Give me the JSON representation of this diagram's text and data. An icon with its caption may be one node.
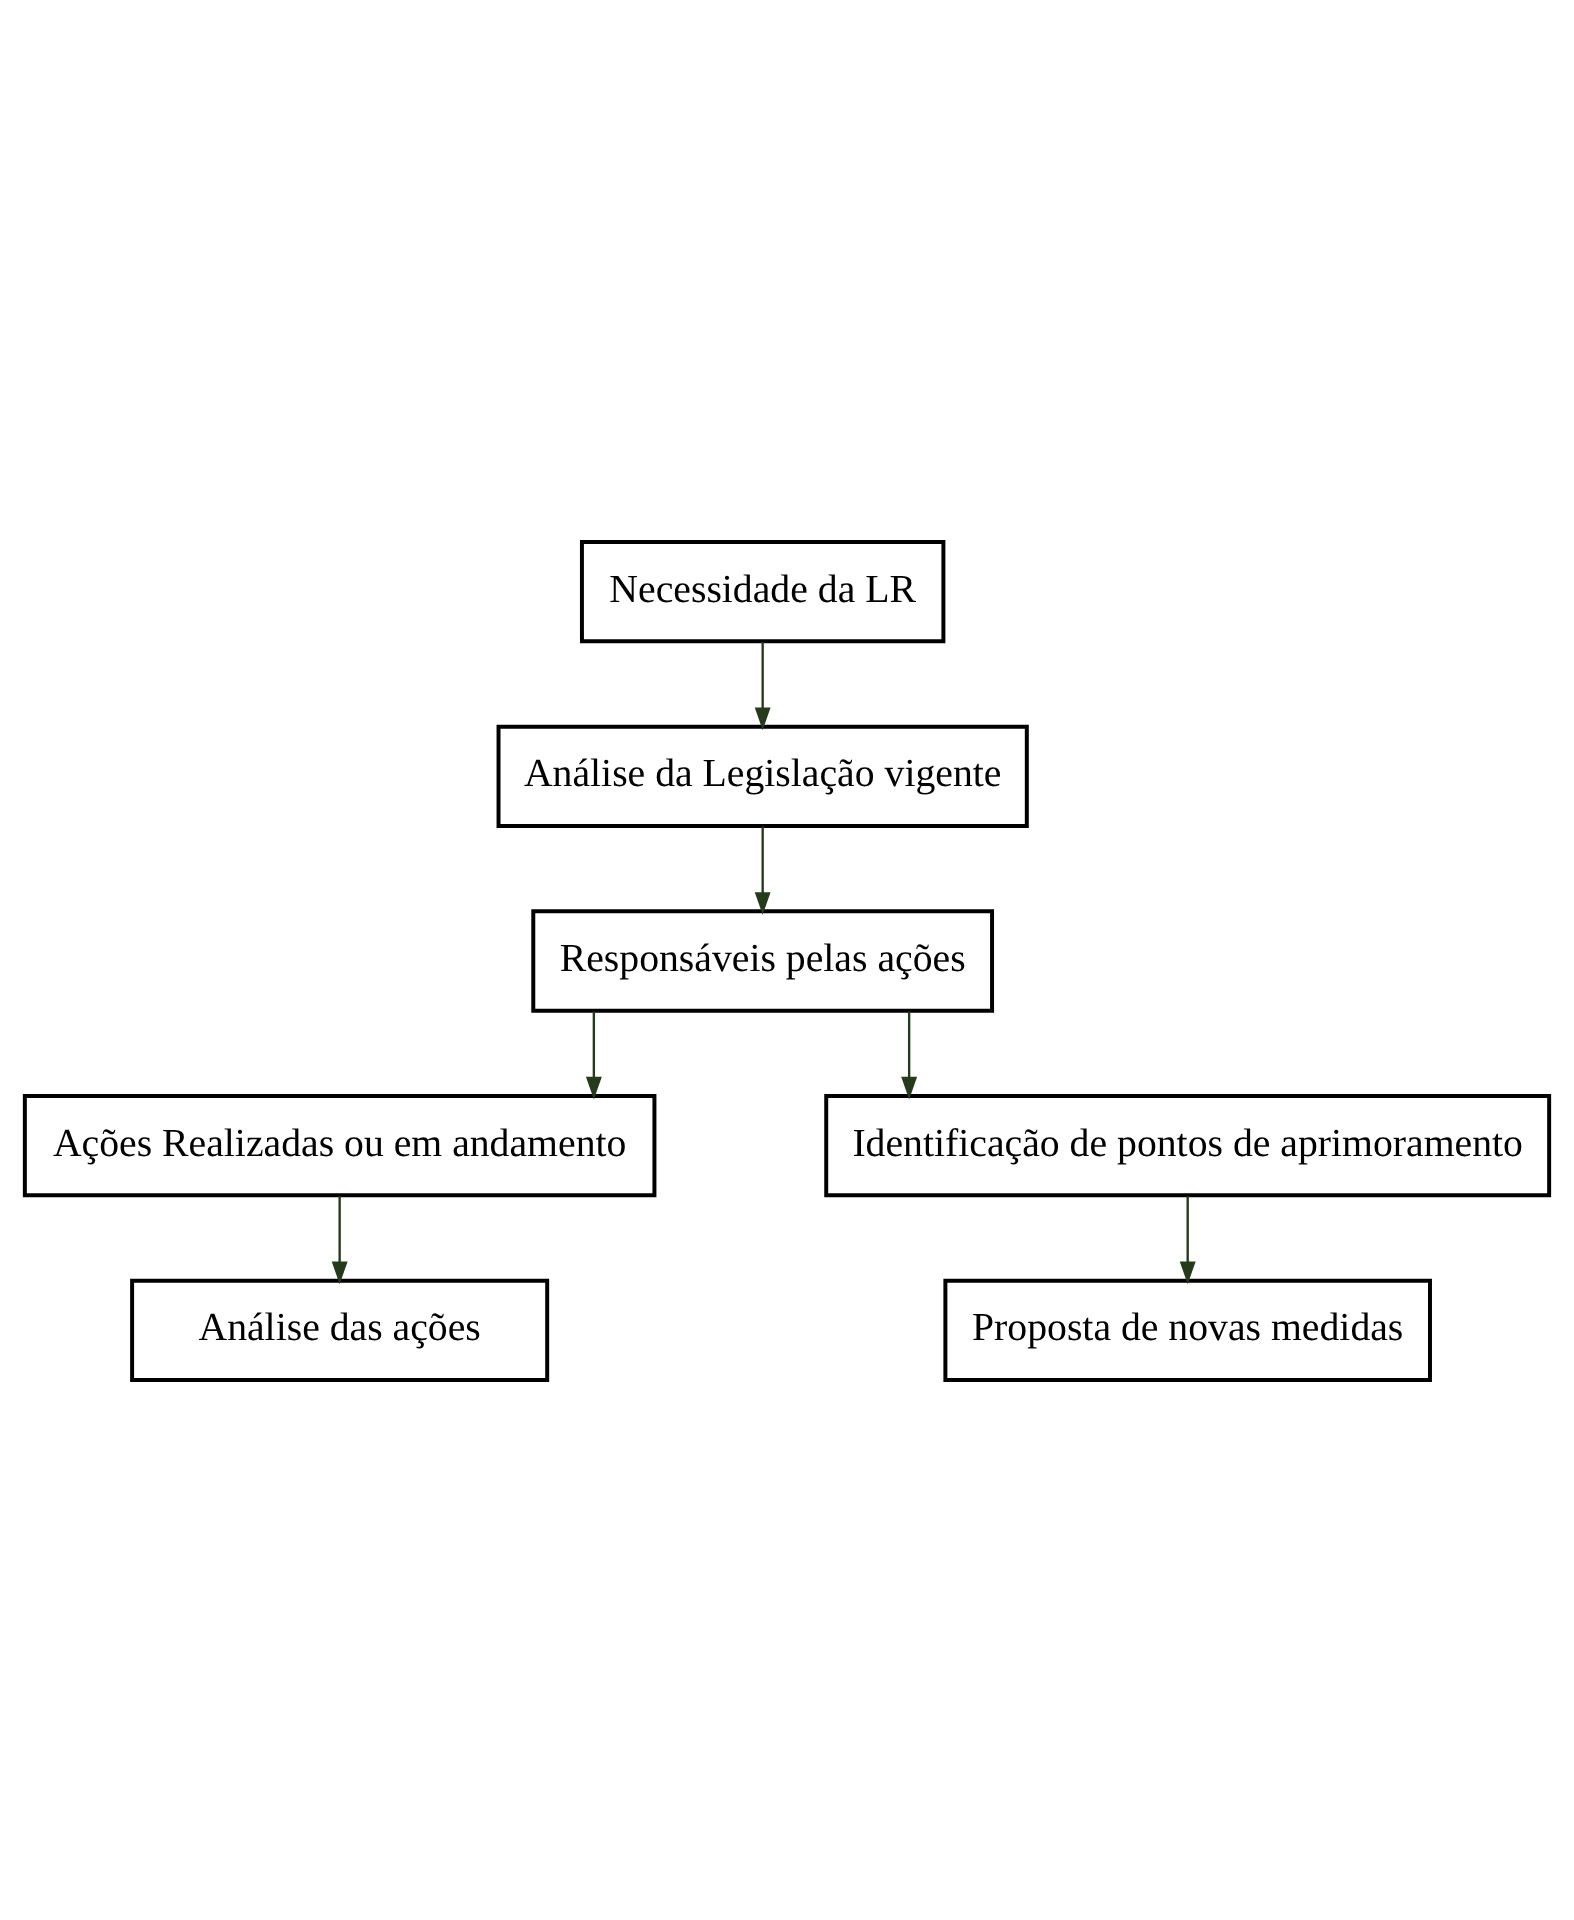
{
  "diagram": {
    "nodes": [
      {
        "text": [
          "Necessidade da LR"
        ]
      },
      {
        "text": [
          "Análise da Legislação vigente"
        ]
      },
      {
        "text": [
          "Responsáveis pelas ações"
        ]
      },
      {
        "text": [
          "Ações Realizadas ou em andamento"
        ]
      },
      {
        "text": [
          "Identificação de pontos de aprimoramento"
        ]
      },
      {
        "text": [
          "Análise das ações"
        ]
      },
      {
        "text": [
          "Proposta de novas medidas"
        ]
      }
    ],
    "edges": [
      {
        "from": 0,
        "to": 1,
        "arrow": "to"
      },
      {
        "from": 1,
        "to": 2,
        "arrow": "to"
      },
      {
        "from": 2,
        "to": 3,
        "arrow": "to"
      },
      {
        "from": 2,
        "to": 4,
        "arrow": "to"
      },
      {
        "from": 3,
        "to": 5,
        "arrow": "to"
      },
      {
        "from": 4,
        "to": 6,
        "arrow": "to"
      }
    ]
  }
}
